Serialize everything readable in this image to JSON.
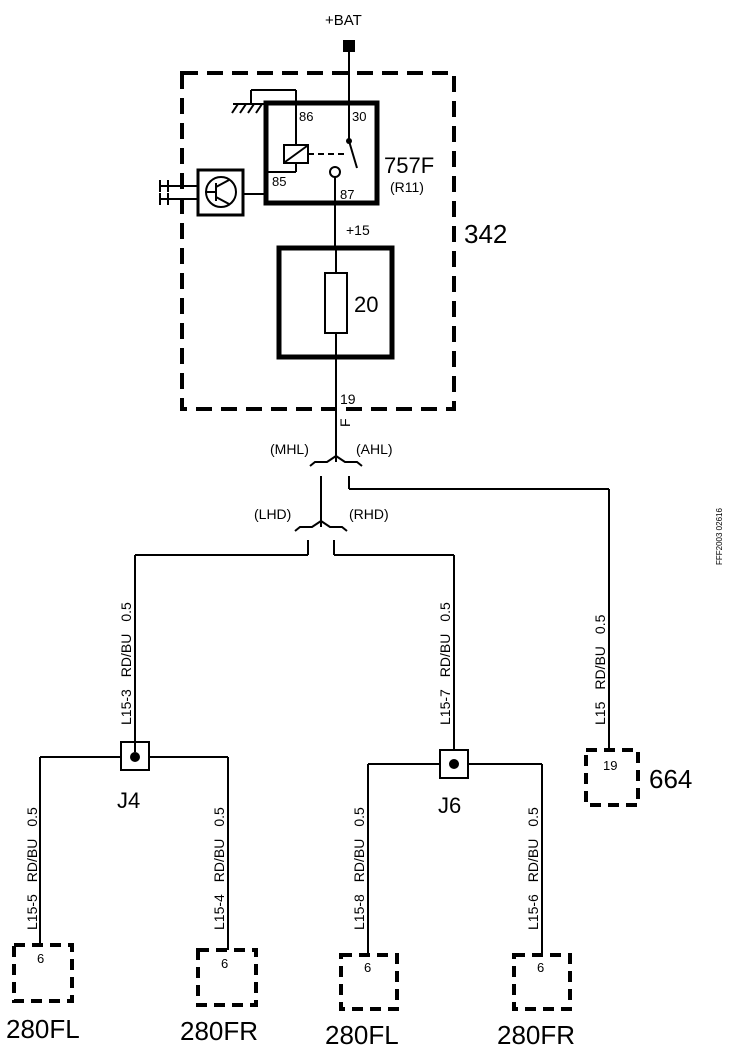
{
  "supply": {
    "label": "+BAT"
  },
  "box": {
    "id": "342"
  },
  "relay": {
    "name": "757F",
    "ref": "(R11)",
    "pin86": "86",
    "pin30": "30",
    "pin85": "85",
    "pin87": "87"
  },
  "feed": {
    "label": "+15"
  },
  "fuse": {
    "id": "20"
  },
  "box_out": {
    "pin": "19",
    "conn": "F"
  },
  "variants": {
    "mhl": "(MHL)",
    "ahl": "(AHL)",
    "lhd": "(LHD)",
    "rhd": "(RHD)"
  },
  "wires": {
    "l15_3": {
      "id": "L15-3",
      "color": "RD/BU",
      "size": "0.5"
    },
    "l15_7": {
      "id": "L15-7",
      "color": "RD/BU",
      "size": "0.5"
    },
    "l15": {
      "id": "L15",
      "color": "RD/BU",
      "size": "0.5"
    },
    "l15_5": {
      "id": "L15-5",
      "color": "RD/BU",
      "size": "0.5"
    },
    "l15_4": {
      "id": "L15-4",
      "color": "RD/BU",
      "size": "0.5"
    },
    "l15_8": {
      "id": "L15-8",
      "color": "RD/BU",
      "size": "0.5"
    },
    "l15_6": {
      "id": "L15-6",
      "color": "RD/BU",
      "size": "0.5"
    }
  },
  "splices": {
    "j4": "J4",
    "j6": "J6"
  },
  "connectors": {
    "c664": {
      "name": "664",
      "pin": "19"
    },
    "fl_left": {
      "name": "280FL",
      "pin": "6"
    },
    "fr_left": {
      "name": "280FR",
      "pin": "6"
    },
    "fl_right": {
      "name": "280FL",
      "pin": "6"
    },
    "fr_right": {
      "name": "280FR",
      "pin": "6"
    }
  },
  "figure_code": "FFF2003 02616"
}
